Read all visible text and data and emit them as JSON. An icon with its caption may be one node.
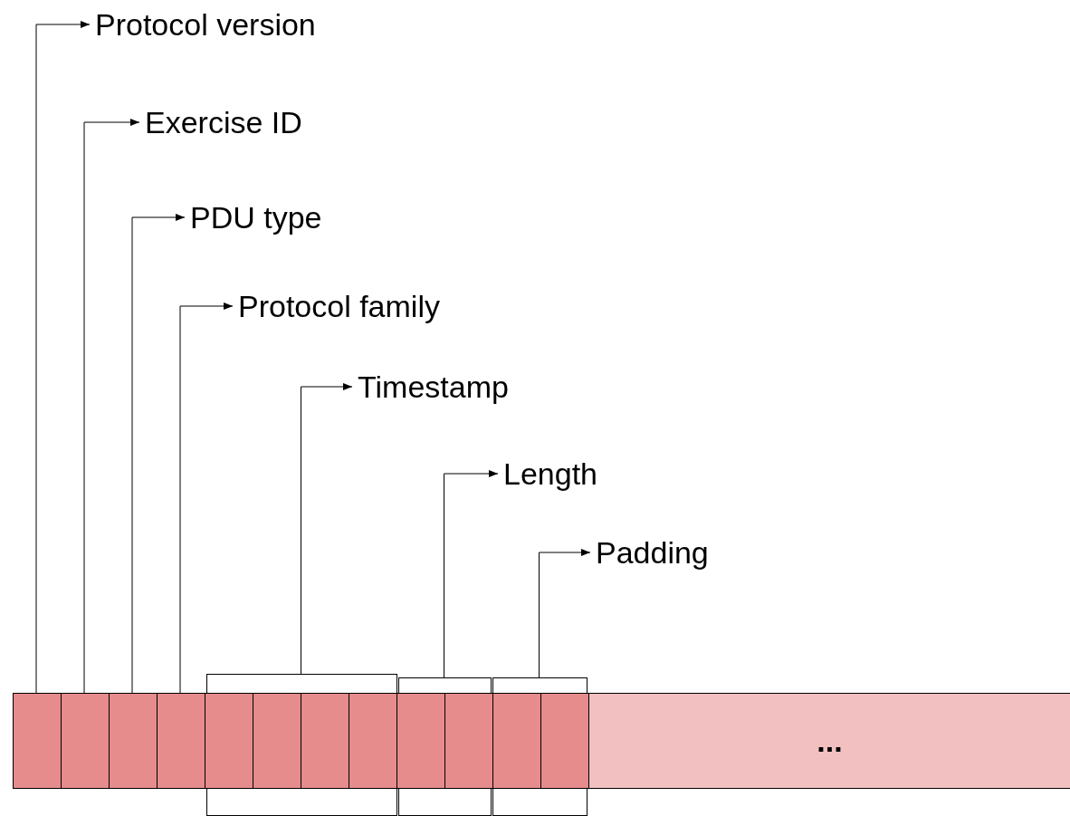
{
  "diagram": {
    "nodes": [
      {
        "text": [
          "Protocol version"
        ]
      },
      {
        "text": [
          "Exercise ID"
        ]
      },
      {
        "text": [
          "PDU type"
        ]
      },
      {
        "text": [
          "Protocol family"
        ]
      },
      {
        "text": [
          "Timestamp"
        ]
      },
      {
        "text": [
          "Length"
        ]
      },
      {
        "text": [
          "Padding"
        ]
      },
      {
        "text": [],
        "shape": "box"
      },
      {
        "text": [],
        "shape": "box"
      },
      {
        "text": [],
        "shape": "box"
      },
      {
        "text": [],
        "shape": "box"
      },
      {
        "text": [],
        "shape": "bracket"
      },
      {
        "text": [],
        "shape": "box",
        "in": 11
      },
      {
        "text": [],
        "shape": "box",
        "in": 11
      },
      {
        "text": [],
        "shape": "box",
        "in": 11
      },
      {
        "text": [],
        "shape": "box",
        "in": 11
      },
      {
        "text": [],
        "shape": "bracket"
      },
      {
        "text": [],
        "shape": "box",
        "in": 16
      },
      {
        "text": [],
        "shape": "box",
        "in": 16
      },
      {
        "text": [],
        "shape": "bracket"
      },
      {
        "text": [],
        "shape": "box",
        "in": 19
      },
      {
        "text": [],
        "shape": "box",
        "in": 19
      },
      {
        "text": [
          "..."
        ]
      }
    ],
    "edges": [
      {
        "from": 7,
        "to": 0,
        "arrow": "to"
      },
      {
        "from": 8,
        "to": 1,
        "arrow": "to"
      },
      {
        "from": 9,
        "to": 2,
        "arrow": "to"
      },
      {
        "from": 10,
        "to": 3,
        "arrow": "to"
      },
      {
        "from": 11,
        "to": 4,
        "arrow": "to"
      },
      {
        "from": 16,
        "to": 5,
        "arrow": "to"
      },
      {
        "from": 19,
        "to": 6,
        "arrow": "to"
      }
    ]
  }
}
